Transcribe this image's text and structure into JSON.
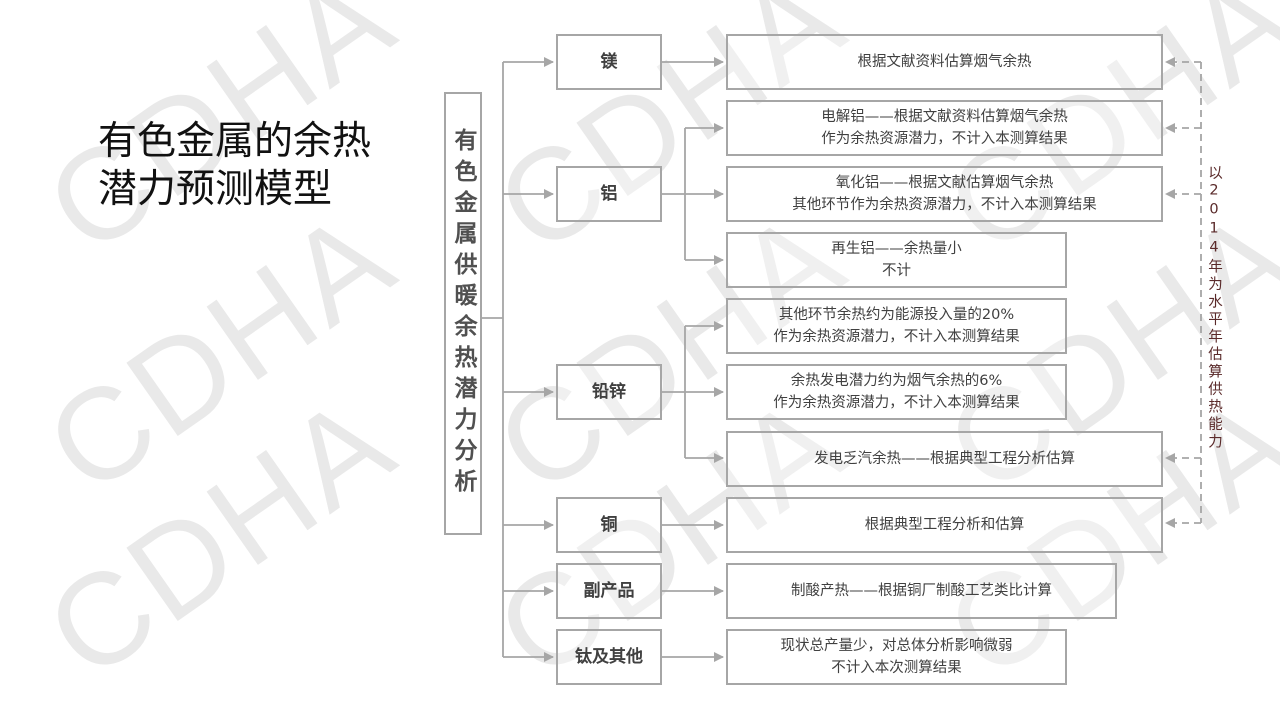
{
  "watermark": "CDHA",
  "title": "有色金属的余热\n潜力预测模型",
  "root": "有色金属供暖余热潜力分析",
  "note": "以2014年为水平年估算供热能力",
  "categories": [
    "镁",
    "铝",
    "铅锌",
    "铜",
    "副产品",
    "钛及其他"
  ],
  "details": [
    "根据文献资料估算烟气余热",
    "电解铝——根据文献资料估算烟气余热\n作为余热资源潜力，不计入本测算结果",
    "氧化铝——根据文献估算烟气余热\n其他环节作为余热资源潜力，不计入本测算结果",
    "再生铝——余热量小\n不计",
    "其他环节余热约为能源投入量的20%\n作为余热资源潜力，不计入本测算结果",
    "余热发电潜力约为烟气余热的6%\n作为余热资源潜力，不计入本测算结果",
    "发电乏汽余热——根据典型工程分析估算",
    "根据典型工程分析和估算",
    "制酸产热——根据铜厂制酸工艺类比计算",
    "现状总产量少，对总体分析影响微弱\n不计入本次测算结果"
  ]
}
